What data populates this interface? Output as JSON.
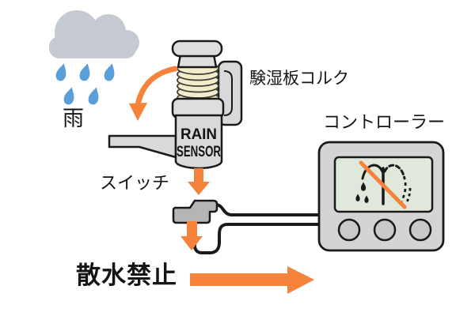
{
  "diagram": {
    "labels": {
      "rain": "雨",
      "hygroscopic_cork": "験湿板コルク",
      "controller": "コントローラー",
      "switch": "スイッチ",
      "watering_prohibited": "散水禁止"
    },
    "device_text": {
      "line1": "RAIN",
      "line2": "SENSOR"
    },
    "icons": {
      "cloud": "rain-cloud-icon",
      "raindrop": "raindrop-icon",
      "curved_arrow": "curved-down-arrow-icon",
      "down_arrow": "down-arrow-icon",
      "flow_arrow": "right-arrow-icon",
      "display": "sprinkler-crossed-out-icon"
    },
    "colors": {
      "accent_orange": "#F5833C",
      "raindrop_blue": "#5B9FD8",
      "cloud_gray": "#C5C9D1",
      "device_gray": "#D9D9D9",
      "device_gray_light": "#DEDEDE",
      "switch_gray": "#B5B5B5",
      "controller_gray": "#D4D4D4",
      "button_gray": "#C9C9C9",
      "cork_cream": "#F3ECCA",
      "screen_green": "#DFE8DB",
      "outline": "#1A1A1A"
    }
  }
}
